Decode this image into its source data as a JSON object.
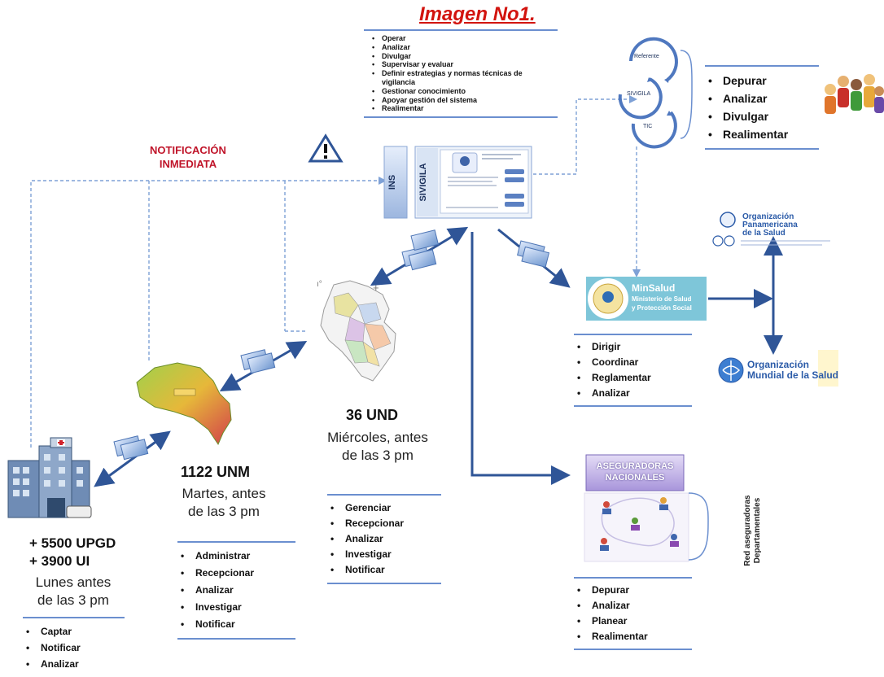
{
  "title": "Imagen No1",
  "title_suffix": ".",
  "notificacion": {
    "line1": "NOTIFICACIÓN",
    "line2": "INMEDIATA"
  },
  "ins": {
    "label": "INS",
    "sivigila_label": "SIVIGILA",
    "functions": [
      "Operar",
      "Analizar",
      "Divulgar",
      "Supervisar y evaluar",
      "Definir estrategias y normas técnicas de vigilancia",
      "Gestionar conocimiento",
      "Apoyar gestión del sistema",
      "Realimentar"
    ]
  },
  "cycle": {
    "labels": [
      "Referente",
      "SIVIGILA",
      "TIC"
    ]
  },
  "referente_functions": [
    "Depurar",
    "Analizar",
    "Divulgar",
    "Realimentar"
  ],
  "ops": {
    "line1": "Organización",
    "line2": "Panamericana",
    "line3": "de la Salud"
  },
  "oms": {
    "line1": "Organización",
    "line2": "Mundial de la Salud"
  },
  "minsalud": {
    "name": "MinSalud",
    "sub1": "Ministerio de Salud",
    "sub2": "y Protección Social",
    "functions": [
      "Dirigir",
      "Coordinar",
      "Reglamentar",
      "Analizar"
    ]
  },
  "aseguradoras": {
    "line1": "ASEGURADORAS",
    "line2": "NACIONALES",
    "side_label": {
      "line1": "Red aseguradoras",
      "line2": "Departamentales"
    },
    "functions": [
      "Depurar",
      "Analizar",
      "Planear",
      "Realimentar"
    ]
  },
  "und": {
    "count": "36 UND",
    "schedule_line1": "Miércoles, antes",
    "schedule_line2": "de las 3 pm",
    "functions": [
      "Gerenciar",
      "Recepcionar",
      "Analizar",
      "Investigar",
      "Notificar"
    ]
  },
  "unm": {
    "count": "1122 UNM",
    "schedule_line1": "Martes, antes",
    "schedule_line2": "de las 3 pm",
    "functions": [
      "Administrar",
      "Recepcionar",
      "Analizar",
      "Investigar",
      "Notificar"
    ]
  },
  "upgd": {
    "count1": "+ 5500 UPGD",
    "count2": "+ 3900 UI",
    "schedule_line1": "Lunes antes",
    "schedule_line2": "de las 3 pm",
    "functions": [
      "Captar",
      "Notificar",
      "Analizar"
    ]
  },
  "colors": {
    "title_red": "#d2140f",
    "notif_red": "#c0152a",
    "flow_blue": "#2f5597",
    "dash_blue": "#7ea1d6",
    "rule_blue": "#6b8fcf",
    "ase_purple": "#b9a7e0"
  }
}
